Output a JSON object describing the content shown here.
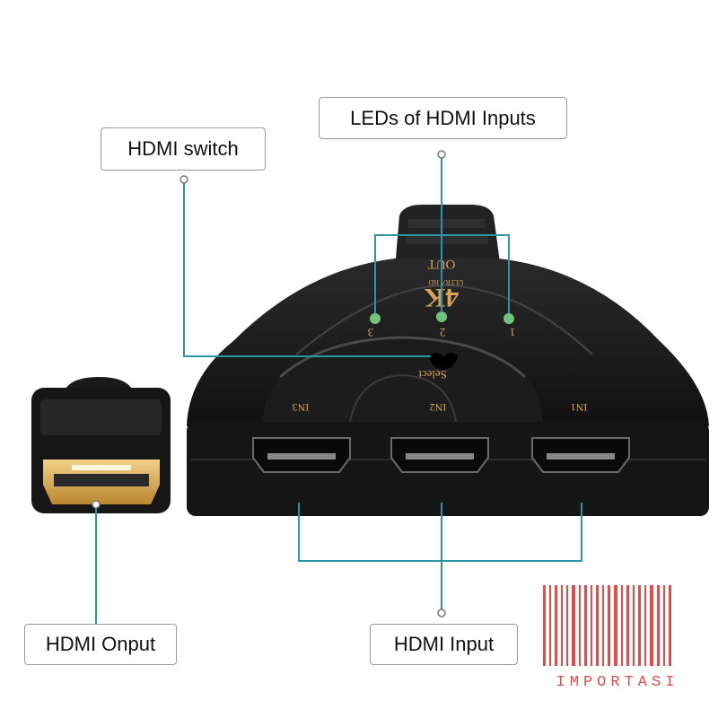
{
  "callouts": {
    "hdmi_switch": "HDMI switch",
    "leds": "LEDs of HDMI Inputs",
    "hdmi_output": "HDMI Onput",
    "hdmi_input": "HDMI Input"
  },
  "device": {
    "out_label": "OUT",
    "badge": "4K",
    "badge_sub": "ULTRA HD",
    "led_numbers": [
      "3",
      "2",
      "1"
    ],
    "select_label": "Select",
    "port_labels": [
      "IN3",
      "IN2",
      "IN1"
    ]
  },
  "watermark": {
    "text": "IMPORTASI",
    "color": "#e84a4a"
  },
  "colors": {
    "callout_line": "#2b97a5",
    "device_body": "#1a1a1a",
    "gold": "#d9a45a",
    "led": "#6fc47a"
  }
}
